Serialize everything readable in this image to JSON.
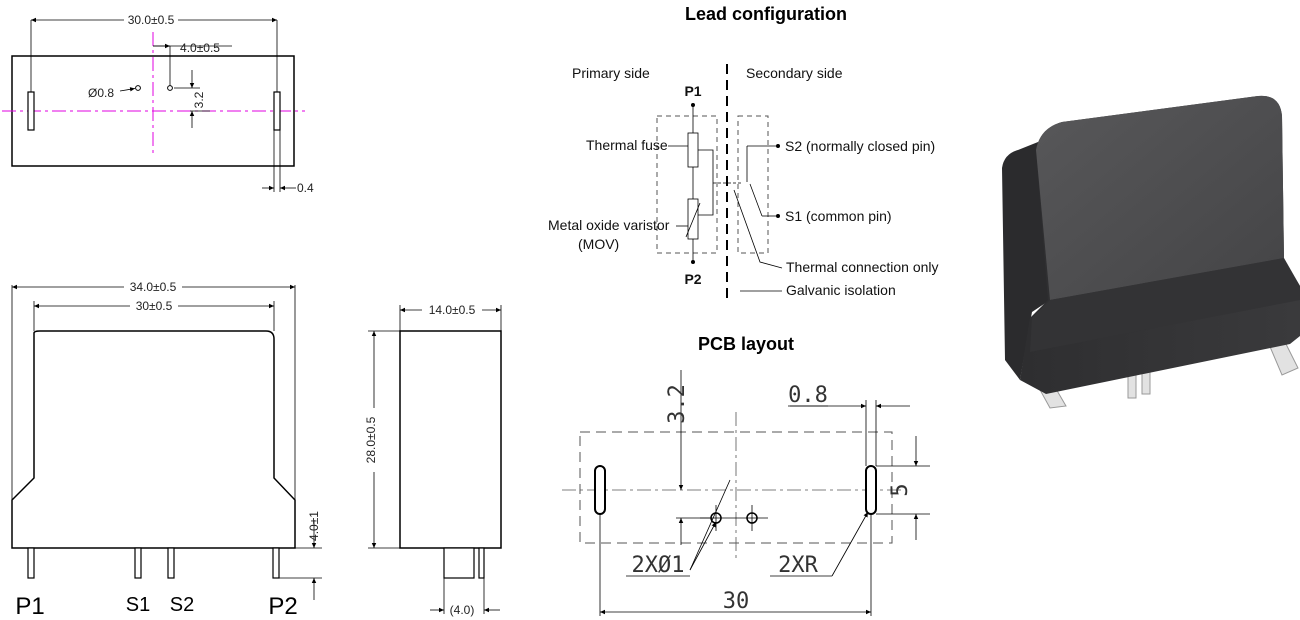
{
  "top_view": {
    "width_dim": "30.0±0.5",
    "offset_dim": "4.0±0.5",
    "hole_dim": "Ø0.8",
    "vertical_dim": "3.2",
    "pin_dim": "0.4"
  },
  "front_view": {
    "outer_width_dim": "34.0±0.5",
    "inner_width_dim": "30±0.5",
    "lead_length_dim": "4.0±1",
    "pin_labels": [
      "P1",
      "S1",
      "S2",
      "P2"
    ]
  },
  "side_view": {
    "depth_dim": "14.0±0.5",
    "height_dim": "28.0±0.5",
    "pin_offset_dim": "(4.0)"
  },
  "lead_config": {
    "title": "Lead configuration",
    "primary_side": "Primary side",
    "secondary_side": "Secondary side",
    "p1": "P1",
    "p2": "P2",
    "thermal_fuse": "Thermal fuse",
    "mov_line1": "Metal oxide varistor",
    "mov_line2": "(MOV)",
    "s2": "S2 (normally closed pin)",
    "s1": "S1 (common pin)",
    "thermal_connection": "Thermal connection only",
    "galvanic_isolation": "Galvanic isolation"
  },
  "pcb_layout": {
    "title": "PCB layout",
    "dim_vertical": "3.2",
    "dim_pin_width": "0.8",
    "dim_right": "5",
    "hole_label": "2XØ1",
    "slot_label": "2XR",
    "dim_width": "30"
  },
  "colors": {
    "centerline": "#e000e0",
    "body_3d": "#3d3d3f",
    "line": "#000000"
  }
}
